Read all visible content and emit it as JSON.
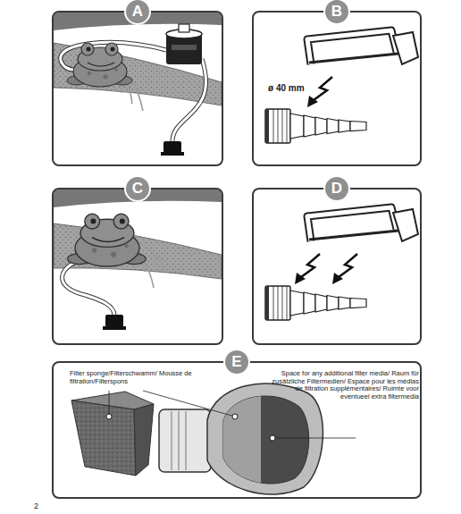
{
  "diagram": {
    "nodes": [
      {
        "text": [
          "A"
        ]
      },
      {
        "text": [
          "B"
        ]
      },
      {
        "text": [
          "C"
        ]
      },
      {
        "text": [
          "D"
        ]
      },
      {
        "text": [
          "E"
        ]
      }
    ],
    "labels": [
      "ø 40 mm",
      "Filter sponge/Filterschwamm/ Mousse de filtration/Filterspons",
      "Space for any additional filter media/ Raum für zusätzliche Filtermedien/ Espace pour les médias de filtration supplémentaires/ Ruimte voor eventueel extra filtermedia",
      "2"
    ]
  }
}
